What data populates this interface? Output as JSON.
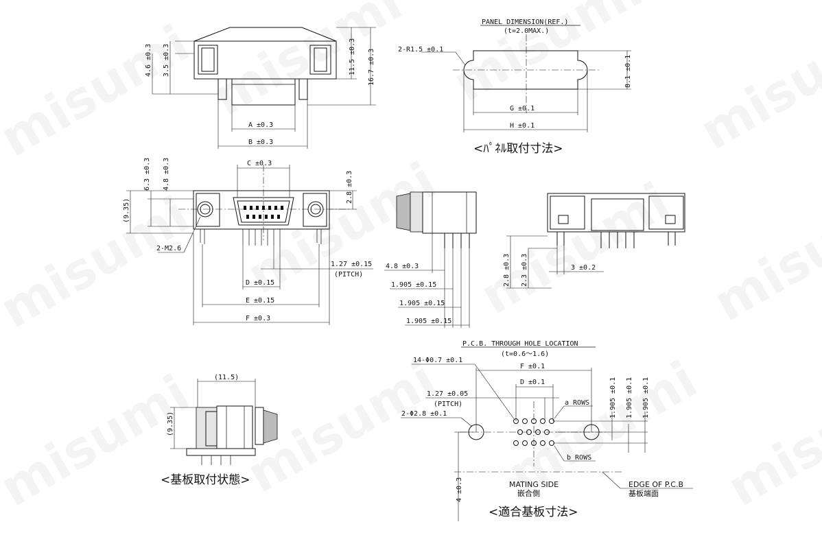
{
  "watermark": "misumi",
  "top_view": {
    "dims": [
      "4.6 ±0.3",
      "3.5 ±0.3",
      "11.5 ±0.3",
      "16.7 ±0.3",
      "A ±0.3",
      "B ±0.3"
    ]
  },
  "panel": {
    "title": "PANEL DIMENSION(REF.)",
    "subtitle": "(t=2.0MAX.)",
    "radius": "2-R1.5 ±0.1",
    "height": "8.1 ±0.1",
    "g": "G ±0.1",
    "h": "H ±0.1",
    "caption": "<ﾊﾟﾈﾙ取付寸法>"
  },
  "front_view": {
    "c": "C ±0.3",
    "d6": "6.3 ±0.3",
    "d4": "4.8 ±0.3",
    "d935": "(9.35)",
    "d28": "2.8 ±0.3",
    "m26": "2-M2.6",
    "pitch": "1.27 ±0.15",
    "pitch_label": "(PITCH)",
    "d": "D ±0.15",
    "e": "E ±0.15",
    "f": "F ±0.3"
  },
  "side_view": {
    "d48": "4.8 ±0.3",
    "p1": "1.905 ±0.15",
    "p2": "1.905 ±0.15",
    "p3": "1.905 ±0.15"
  },
  "rear_view": {
    "d28": "2.8 ±0.3",
    "d23": "2.3 ±0.3",
    "d3": "3 ±0.2"
  },
  "mount": {
    "w": "(11.5)",
    "h": "(9.35)",
    "caption": "<基板取付状態>"
  },
  "pcb": {
    "title": "P.C.B. THROUGH HOLE LOCATION",
    "subtitle": "(t=0.6～1.6)",
    "holes": "14-Φ0.7 ±0.1",
    "f": "F ±0.1",
    "d": "D ±0.1",
    "pitch": "1.27 ±0.05",
    "pitch_label": "(PITCH)",
    "bosses": "2-Φ2.8 ±0.1",
    "a_rows": "a ROWS",
    "b_rows": "b ROWS",
    "r1": "1.905 ±0.1",
    "r2": "1.905 ±0.1",
    "r3": "1.905 ±0.1",
    "edge": "4 ±0.3",
    "mating_en": "MATING SIDE",
    "mating_jp": "嵌合側",
    "edge_en": "EDGE OF P.C.B",
    "edge_jp": "基板端面",
    "caption": "<適合基板寸法>"
  }
}
